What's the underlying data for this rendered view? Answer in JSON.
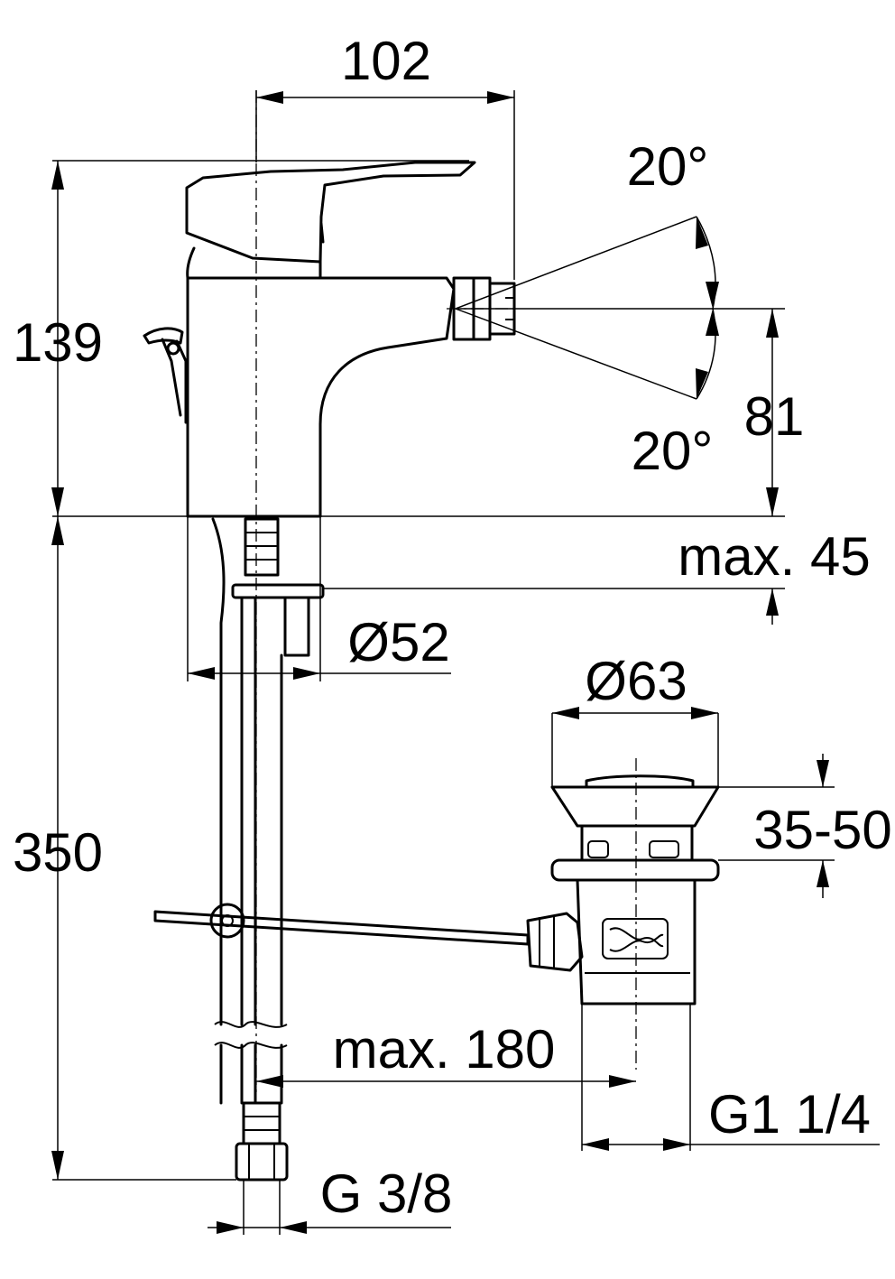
{
  "dimensions": {
    "top_width": "102",
    "total_height": "139",
    "angle_up": "20°",
    "angle_down": "20°",
    "spout_height": "81",
    "max_thickness": "max. 45",
    "base_diameter": "Ø52",
    "drain_diameter": "Ø63",
    "drain_height": "35-50",
    "supply_length": "350",
    "max_distance": "max. 180",
    "drain_thread": "G1 1/4",
    "supply_thread": "G 3/8"
  },
  "colors": {
    "line": "#000000",
    "background": "#ffffff"
  }
}
